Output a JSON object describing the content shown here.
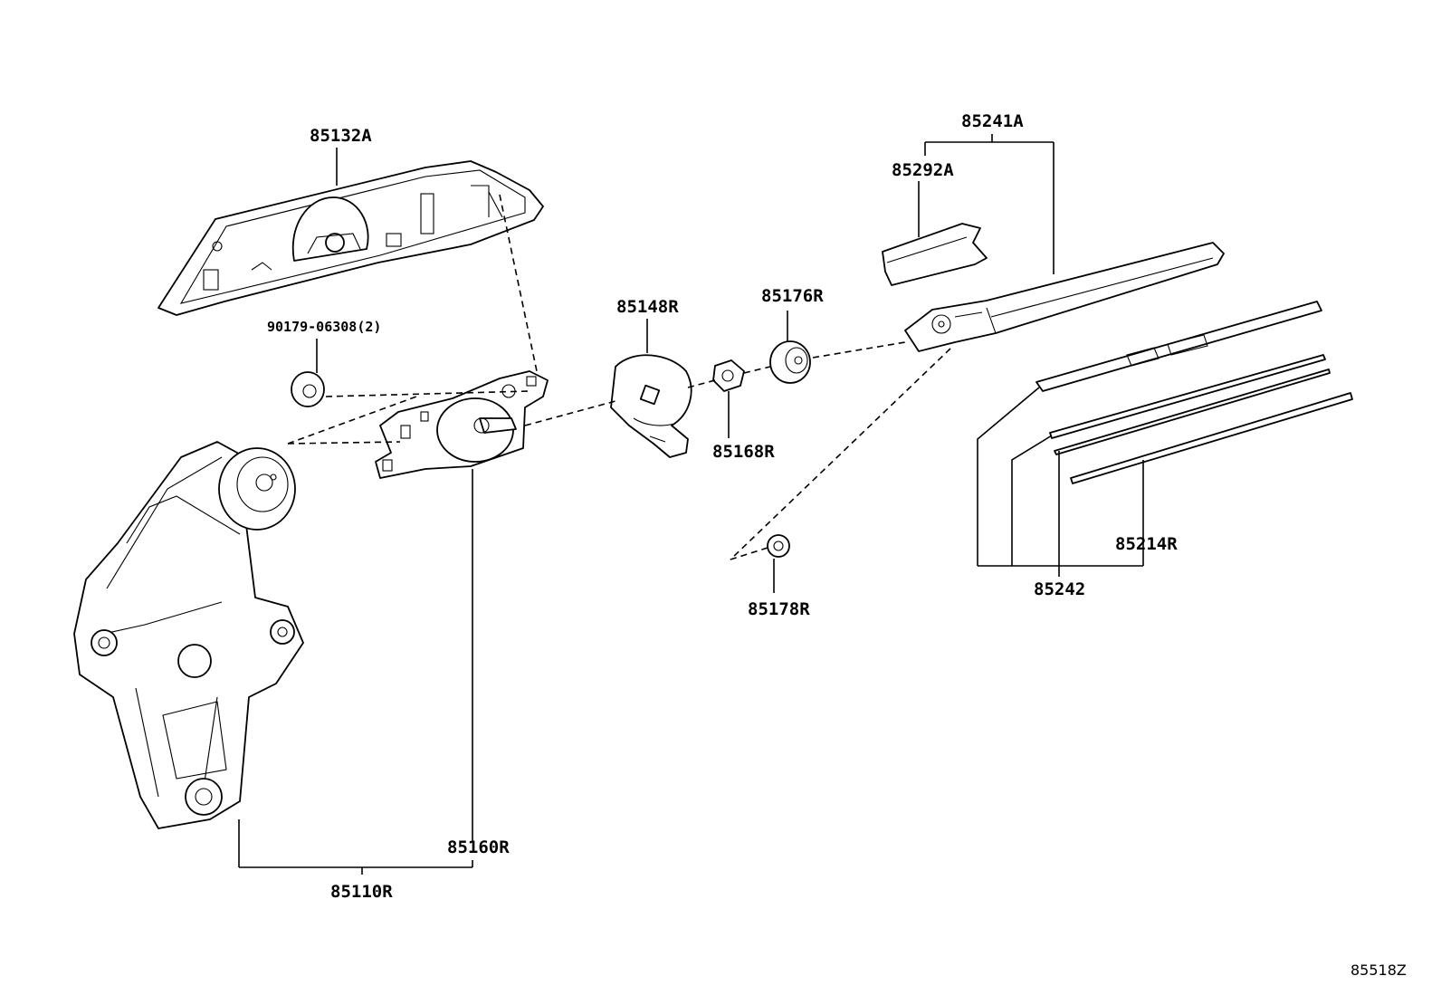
{
  "diagram": {
    "callouts": {
      "c85132A": "85132A",
      "c90179": "90179-06308(2)",
      "c85148R": "85148R",
      "c85176R": "85176R",
      "c85168R": "85168R",
      "c85241A": "85241A",
      "c85292A": "85292A",
      "c85214R": "85214R",
      "c85242": "85242",
      "c85178R": "85178R",
      "c85160R": "85160R",
      "c85110R": "85110R"
    },
    "reference_code": "85518Z"
  }
}
